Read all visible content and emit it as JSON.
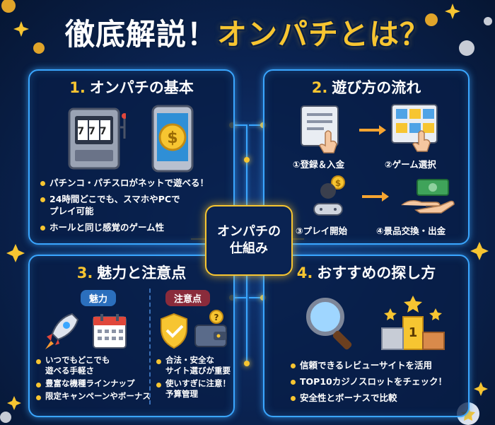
{
  "title": {
    "part1": "徹底解説！",
    "part2": "オンパチとは？"
  },
  "center": {
    "line1": "オンパチの",
    "line2": "仕組み"
  },
  "sections": [
    {
      "number": "1.",
      "heading": "オンパチの基本",
      "bullets": [
        "パチンコ・パチスロがネットで遊べる！",
        "24時間どこでも、スマホやPCで",
        "プレイ可能",
        "ホールと同じ感覚のゲーム性"
      ]
    },
    {
      "number": "2.",
      "heading": "遊び方の流れ",
      "steps": [
        "①登録＆入金",
        "②ゲーム選択",
        "③プレイ開始",
        "④景品交換・出金"
      ]
    },
    {
      "number": "3.",
      "heading": "魅力と注意点",
      "merit_label": "魅力",
      "caution_label": "注意点",
      "merits": [
        "いつでもどこでも",
        "遊べる手軽さ",
        "豊富な機種ラインナップ",
        "限定キャンペーンやボーナス"
      ],
      "cautions": [
        "合法・安全な",
        "サイト選びが重要",
        "使いすぎに注意！",
        "予算管理"
      ]
    },
    {
      "number": "4.",
      "heading": "おすすめの探し方",
      "bullets": [
        "信頼できるレビューサイトを活用",
        "TOP10カジノスロットをチェック！",
        "安全性とボーナスで比較"
      ]
    }
  ],
  "icons": {
    "slot_reels": "777",
    "podium_rank": "1"
  },
  "colors": {
    "accent_gold": "#f7c531",
    "neon_blue": "#3aa6ff",
    "background": "#0b2556"
  }
}
